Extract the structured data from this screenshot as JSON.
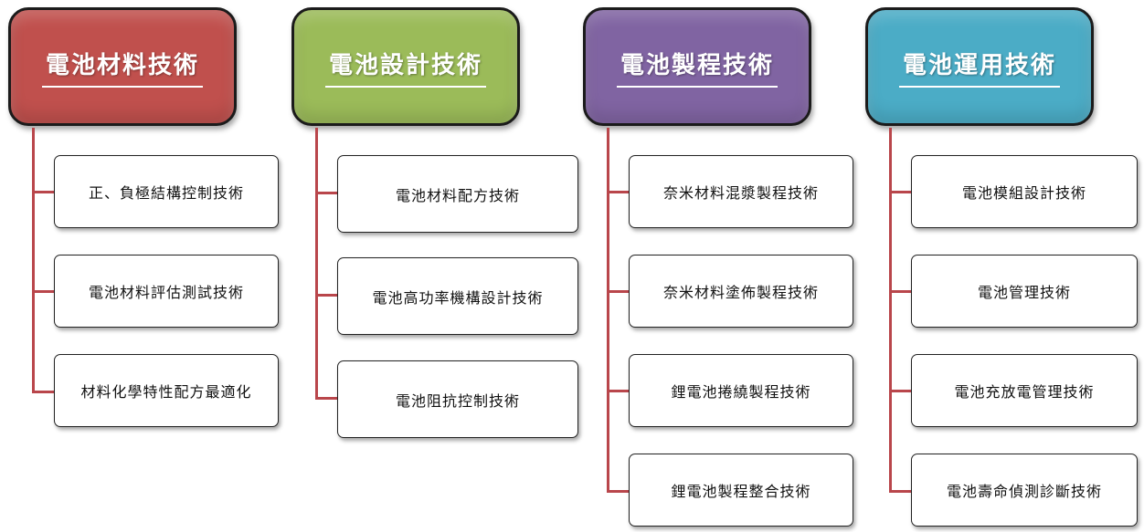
{
  "columns": [
    {
      "title": "電池材料技術",
      "color": "#c0504d",
      "items": [
        "正、負極結構控制技術",
        "電池材料評估測試技術",
        "材料化學特性配方最適化"
      ]
    },
    {
      "title": "電池設計技術",
      "color": "#9bbb59",
      "items": [
        "電池材料配方技術",
        "電池高功率機構設計技術",
        "電池阻抗控制技術"
      ]
    },
    {
      "title": "電池製程技術",
      "color": "#8064a2",
      "items": [
        "奈米材料混漿製程技術",
        "奈米材料塗佈製程技術",
        "鋰電池捲繞製程技術",
        "鋰電池製程整合技術"
      ]
    },
    {
      "title": "電池運用技術",
      "color": "#4bacc6",
      "items": [
        "電池模組設計技術",
        "電池管理技術",
        "電池充放電管理技術",
        "電池壽命偵測診斷技術"
      ]
    }
  ]
}
